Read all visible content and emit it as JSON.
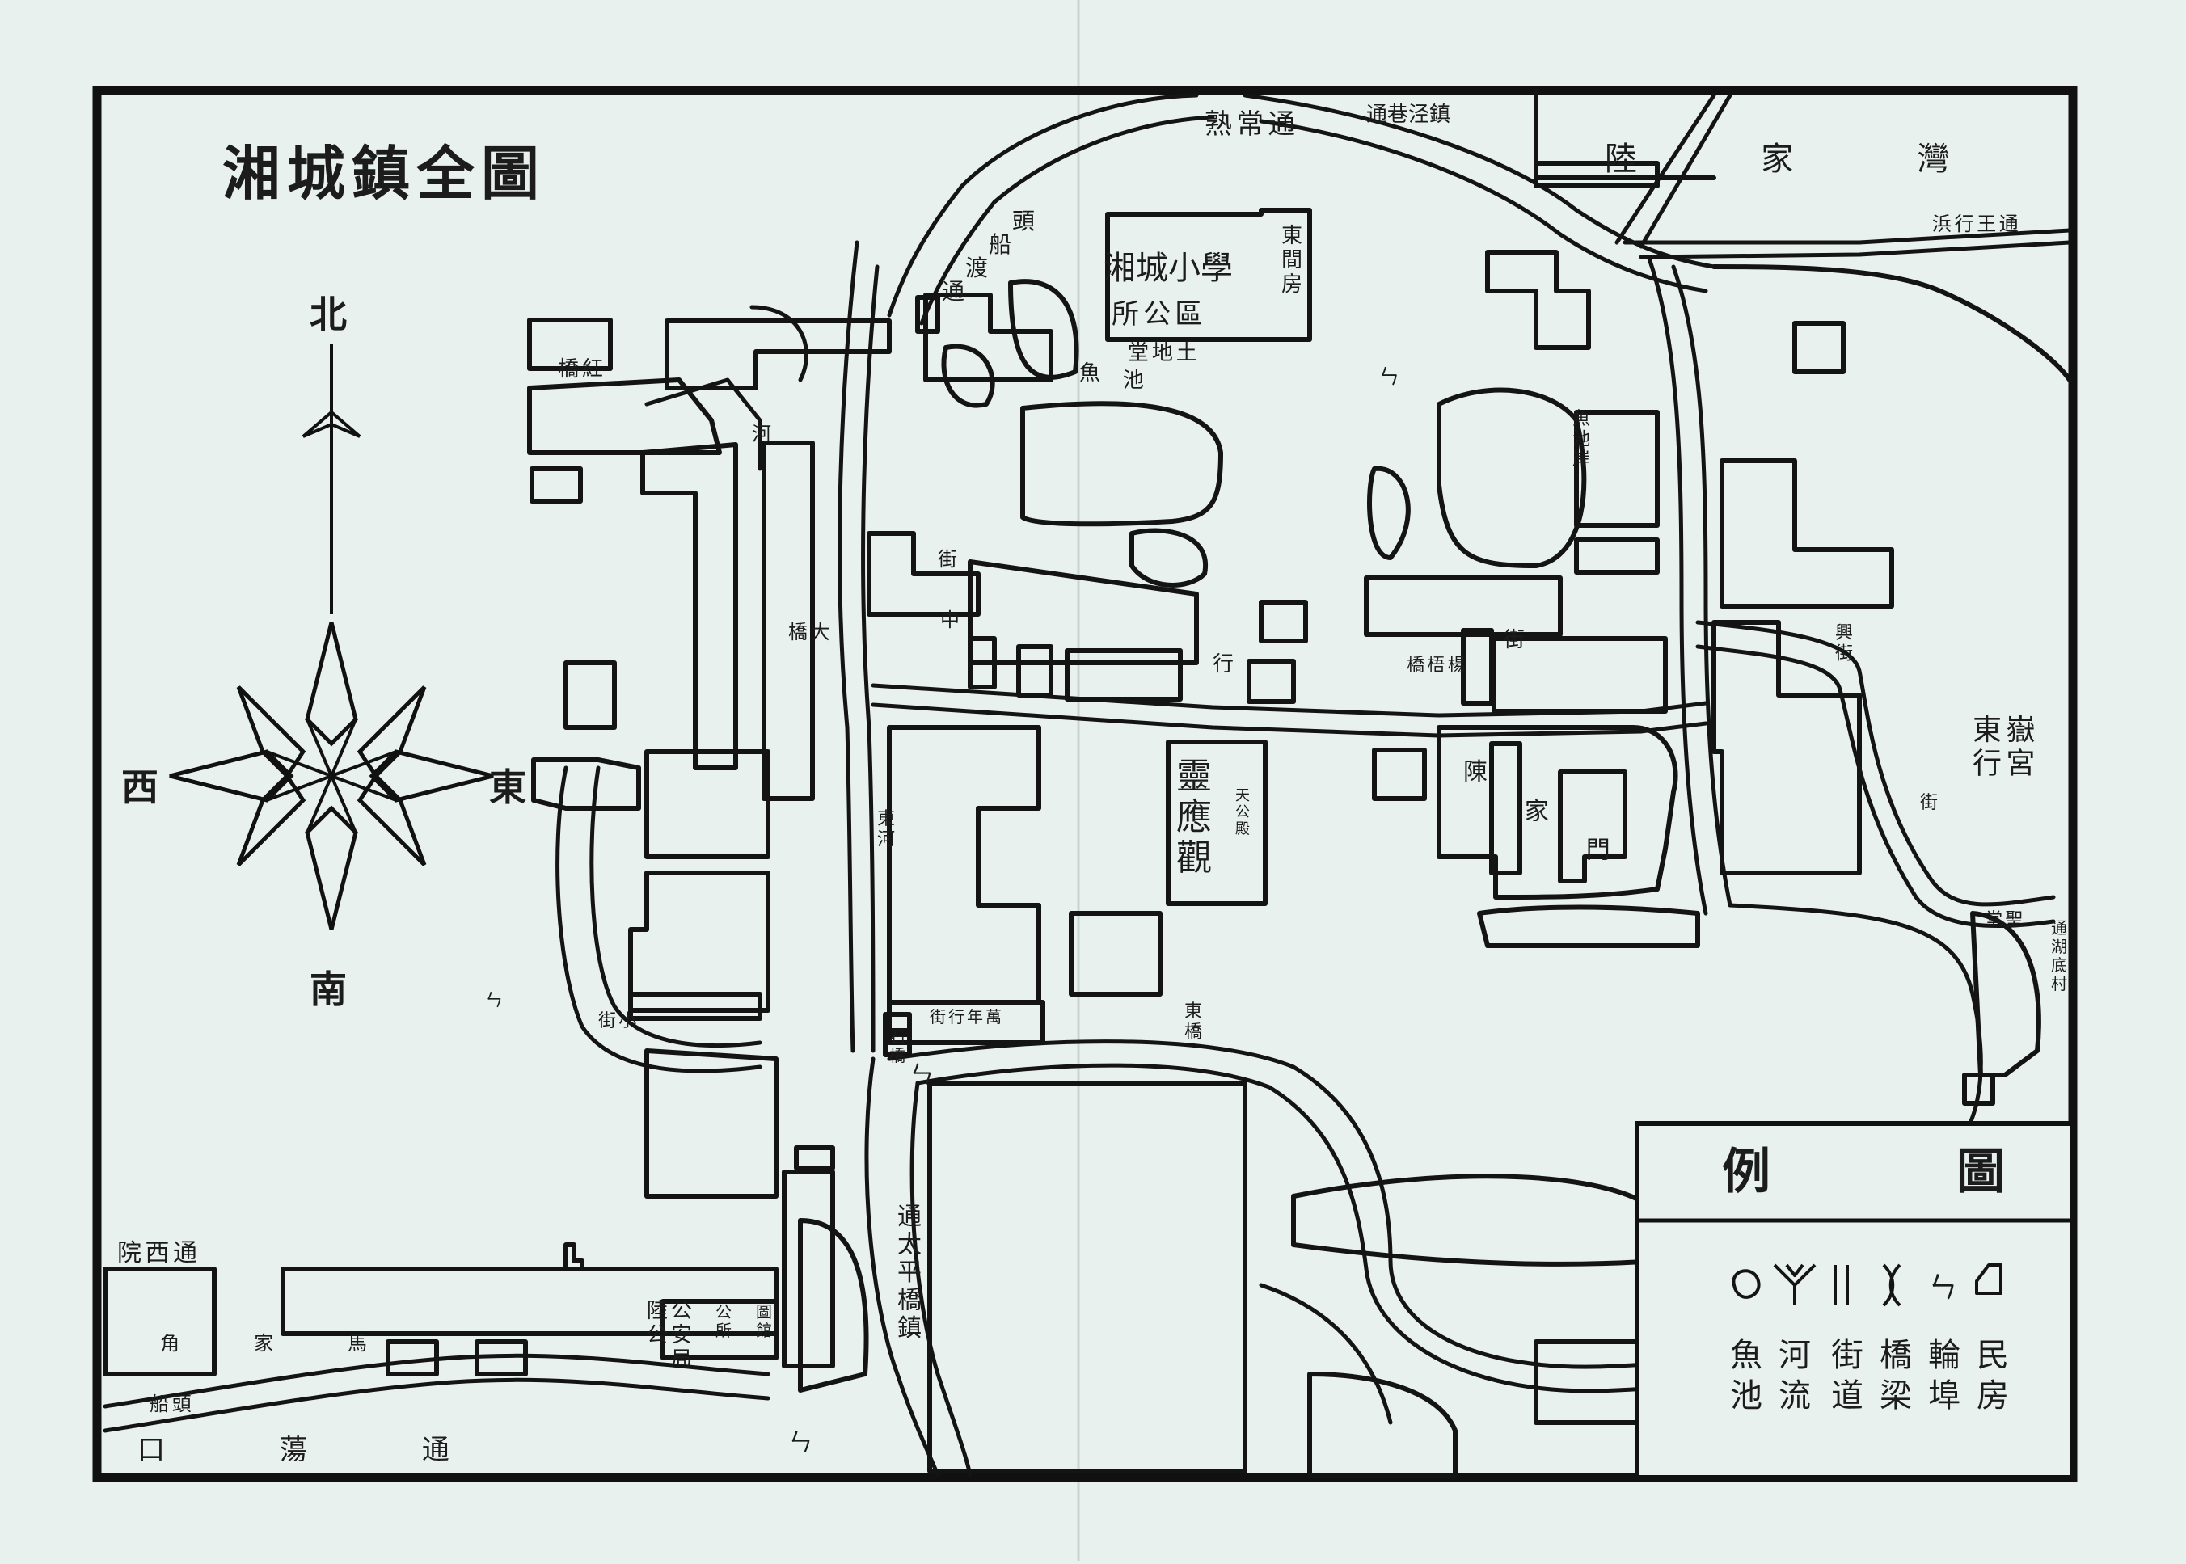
{
  "title": "湘城鎮全圖",
  "compass": {
    "north": "北",
    "south": "南",
    "east": "東",
    "west": "西"
  },
  "labels": {
    "road_changshu": "通常熟",
    "road_tongxiang": "通巷泾鎮",
    "lu_jia_wan": "陸家灣",
    "road_wangxing": "通王行浜",
    "road_chuan_tou": "通渡船頭",
    "hong_bridge": "紅橋",
    "river_mark": "河",
    "xiangcheng_school": "湘城小學",
    "dong_tang_fang": "東間房",
    "qu_gongsuo": "區公所",
    "tudi_tang": "土地堂",
    "yu_chi_1": "魚池",
    "mark_zhen": "ㄣ",
    "yu_chi_2": "魚池岸",
    "street_jie_1": "街",
    "street_zhong": "中",
    "street_hang": "行",
    "tai_bridge": "大橋",
    "yang_qiao": "楊梧橋",
    "street_jie_2": "街",
    "xing_jie": "興街",
    "ling_ying_guan": "靈應觀",
    "tian_gong": "天公殿",
    "chen_jia_men": "陳家門",
    "dong_yue": "東嶽行宮",
    "sheng_tang": "聖堂",
    "ji_road": "通湖底村",
    "jie_3": "街",
    "xiao_jie": "小街",
    "dong_he": "東河",
    "shi_ji": "石橋",
    "hong_bridge_2": "東橋",
    "wan_chang": "萬年行街",
    "mark_pier_1": "ㄣ",
    "mark_pier_2": "ㄣ",
    "mark_pier_3": "ㄣ",
    "gong_an": "公安局",
    "lu_gong": "陸公",
    "gong_suo": "公所",
    "tu_guan": "圖館",
    "road_taiping": "通太平橋鎮",
    "road_xiyuan": "通西院",
    "ma_jia_jiao": "馬家角",
    "chuan_tou": "頭船",
    "road_dang_kou": "通蕩口",
    "legend": {
      "title": "圖例",
      "items": [
        "民房",
        "輪埠",
        "橋梁",
        "街道",
        "河流",
        "魚池"
      ]
    }
  }
}
